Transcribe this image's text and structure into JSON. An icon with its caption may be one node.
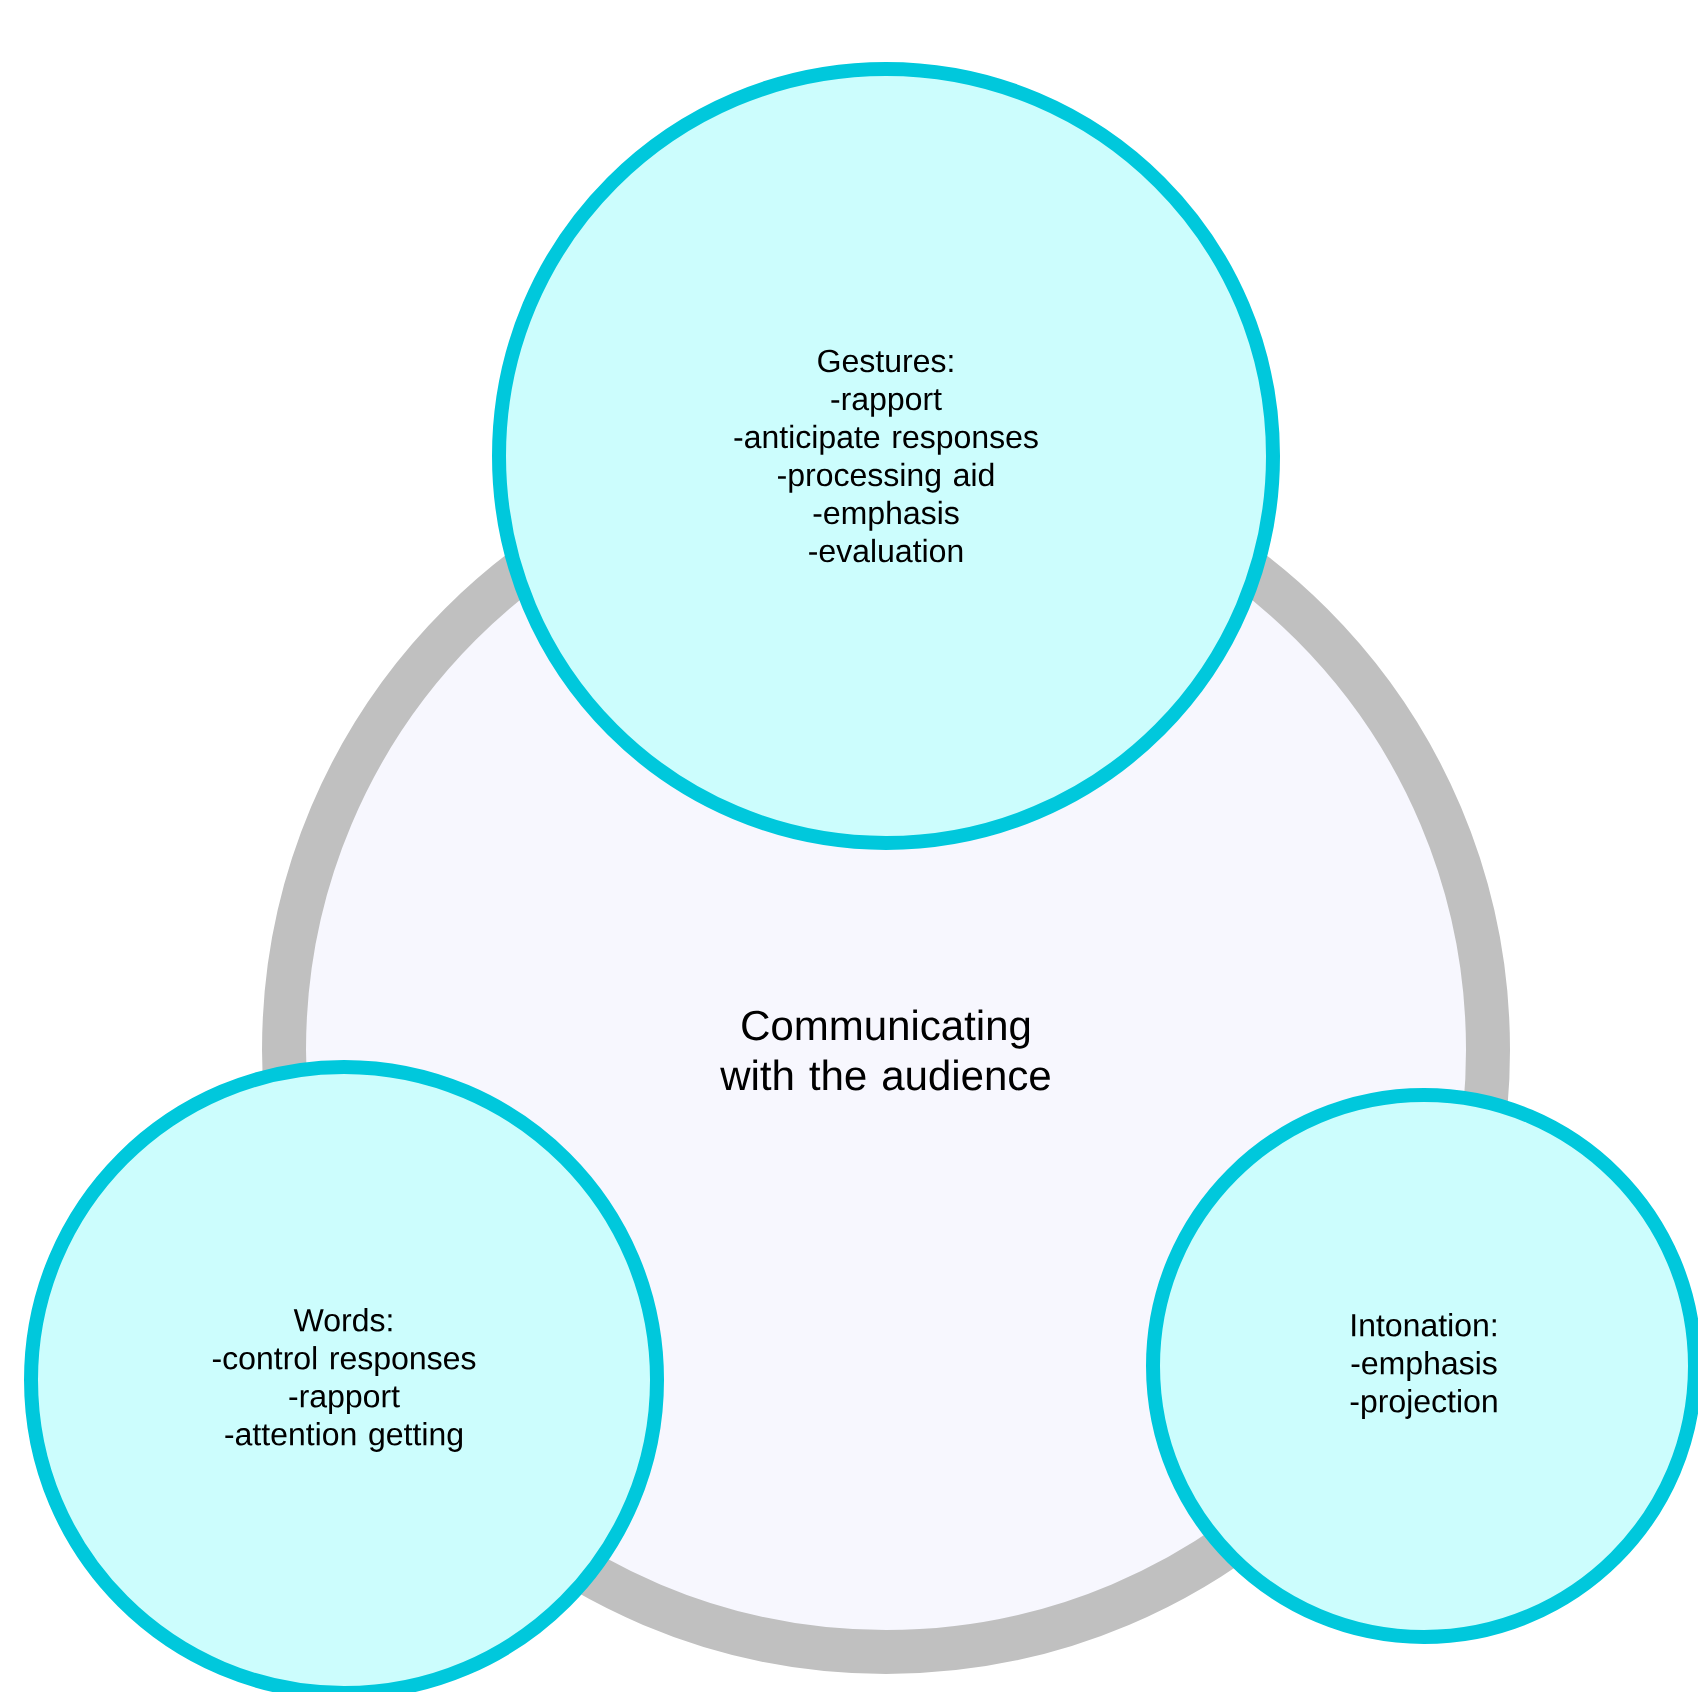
{
  "diagram": {
    "nodes": [
      {
        "text": [
          "Communicating with the audience"
        ]
      },
      {
        "text": [
          "Gestures:",
          "-rapport",
          "-anticipate responses",
          "-processing aid",
          "-emphasis",
          "-evaluation"
        ]
      },
      {
        "text": [
          "Words:",
          "-control responses",
          "-rapport",
          "-attention getting"
        ]
      },
      {
        "text": [
          "Intonation:",
          "-emphasis",
          "-projection"
        ]
      }
    ]
  }
}
